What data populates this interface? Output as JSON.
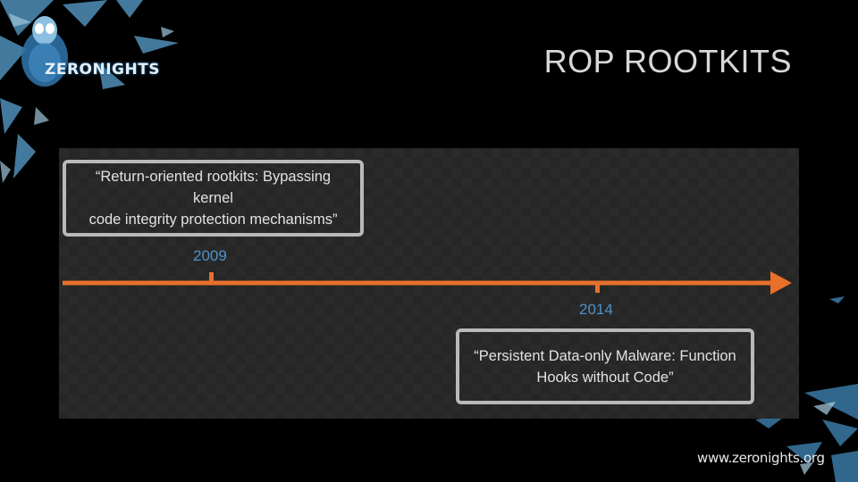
{
  "header": {
    "logo_text": "ZERONIGHTS",
    "title": "ROP ROOTKITS"
  },
  "timeline": {
    "events": [
      {
        "year": "2009",
        "quote_lines": [
          "“Return-oriented rootkits: Bypassing kernel",
          "code integrity protection mechanisms”"
        ]
      },
      {
        "year": "2014",
        "quote_lines": [
          "“Persistent Data-only Malware: Function",
          "Hooks without Code”"
        ]
      }
    ]
  },
  "footer": {
    "website": "www.zeronights.org"
  },
  "colors": {
    "background": "#000000",
    "timeline_orange": "#e8702a",
    "year_blue": "#4d91c9",
    "box_border": "#b9b9b9"
  }
}
